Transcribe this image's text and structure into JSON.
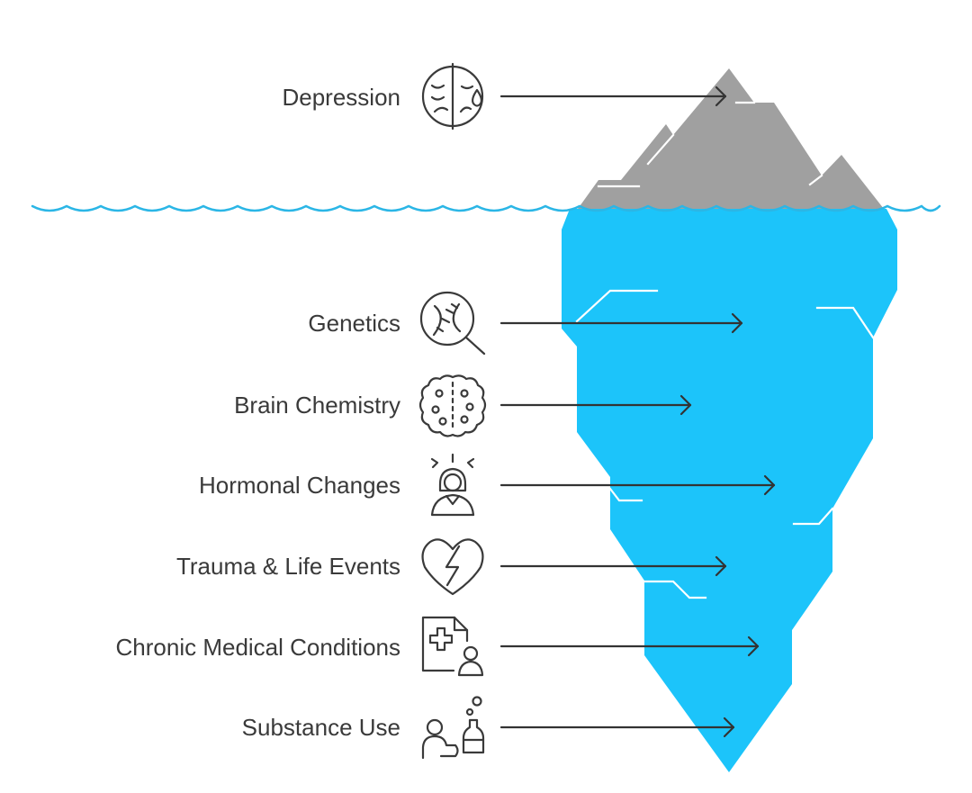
{
  "diagram": {
    "visible_factor": {
      "label": "Depression",
      "icon": "sad-face-icon"
    },
    "hidden_factors": [
      {
        "label": "Genetics",
        "icon": "dna-magnifier-icon"
      },
      {
        "label": "Brain Chemistry",
        "icon": "brain-icon"
      },
      {
        "label": "Hormonal Changes",
        "icon": "stressed-person-icon"
      },
      {
        "label": "Trauma & Life Events",
        "icon": "broken-heart-icon"
      },
      {
        "label": "Chronic Medical Conditions",
        "icon": "medical-record-person-icon"
      },
      {
        "label": "Substance Use",
        "icon": "person-bottle-icon"
      }
    ],
    "colors": {
      "iceberg_above": "#a0a0a0",
      "iceberg_below": "#1cc4fa",
      "waterline": "#2bb6e6",
      "text": "#3a3a3a",
      "arrow": "#333333"
    }
  }
}
